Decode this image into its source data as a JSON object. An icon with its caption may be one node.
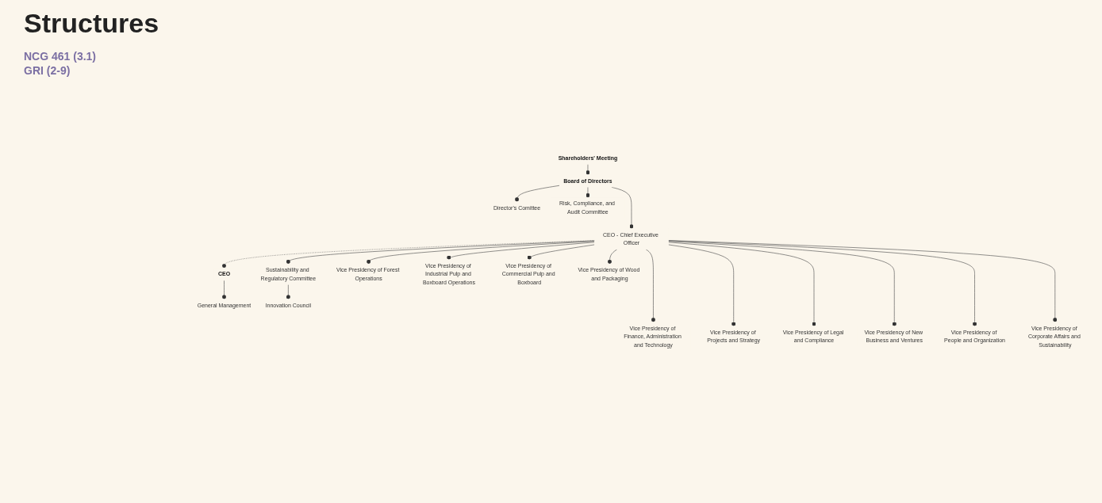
{
  "diagram": {
    "title": "Structures",
    "nodes": [
      {
        "text": [
          "Shareholders' Meeting"
        ]
      },
      {
        "text": [
          "Board of Directors"
        ]
      },
      {
        "text": [
          "Director's Comittee"
        ]
      },
      {
        "text": [
          "Risk, Compliance, and Audit Committee"
        ]
      },
      {
        "text": [
          "CEO - Chief Executive Officer"
        ]
      },
      {
        "text": [
          "CEO"
        ]
      },
      {
        "text": [
          "General Management"
        ]
      },
      {
        "text": [
          "Sustainability and Regulatory Committee"
        ]
      },
      {
        "text": [
          "Innovation Council"
        ]
      },
      {
        "text": [
          "Vice Presidency of Forest Operations"
        ]
      },
      {
        "text": [
          "Vice Presidency of Industrial Pulp and Boxboard Operations"
        ]
      },
      {
        "text": [
          "Vice Presidency of Commercial Pulp and Boxboard"
        ]
      },
      {
        "text": [
          "Vice Presidency of Wood and Packaging"
        ]
      },
      {
        "text": [
          "Vice Presidency of Finance, Administration and Technology"
        ]
      },
      {
        "text": [
          "Vice Presidency of Projects and Strategy"
        ]
      },
      {
        "text": [
          "Vice Presidency of Legal and Compliance"
        ]
      },
      {
        "text": [
          "Vice Presidency of New Business and Ventures"
        ]
      },
      {
        "text": [
          "Vice Presidency of People and Organization"
        ]
      },
      {
        "text": [
          "Vice Presidency of Corporate Affairs and Sustainability"
        ]
      }
    ],
    "edges": [
      {
        "from": 0,
        "to": 1,
        "arrow": "other"
      },
      {
        "from": 1,
        "to": 2,
        "arrow": "other"
      },
      {
        "from": 1,
        "to": 3,
        "arrow": "other"
      },
      {
        "from": 1,
        "to": 4,
        "arrow": "other"
      },
      {
        "from": 4,
        "to": 5,
        "arrow": "other",
        "style": "dashed"
      },
      {
        "from": 5,
        "to": 6,
        "arrow": "other"
      },
      {
        "from": 4,
        "to": 7,
        "arrow": "other"
      },
      {
        "from": 7,
        "to": 8,
        "arrow": "other"
      },
      {
        "from": 4,
        "to": 9,
        "arrow": "other"
      },
      {
        "from": 4,
        "to": 10,
        "arrow": "other"
      },
      {
        "from": 4,
        "to": 11,
        "arrow": "other"
      },
      {
        "from": 4,
        "to": 12,
        "arrow": "other"
      },
      {
        "from": 4,
        "to": 13,
        "arrow": "other"
      },
      {
        "from": 4,
        "to": 14,
        "arrow": "other"
      },
      {
        "from": 4,
        "to": 15,
        "arrow": "other"
      },
      {
        "from": 4,
        "to": 16,
        "arrow": "other"
      },
      {
        "from": 4,
        "to": 17,
        "arrow": "other"
      },
      {
        "from": 4,
        "to": 18,
        "arrow": "other"
      }
    ],
    "labels": [
      "NCG 461 (3.1)",
      "GRI (2-9)"
    ]
  }
}
